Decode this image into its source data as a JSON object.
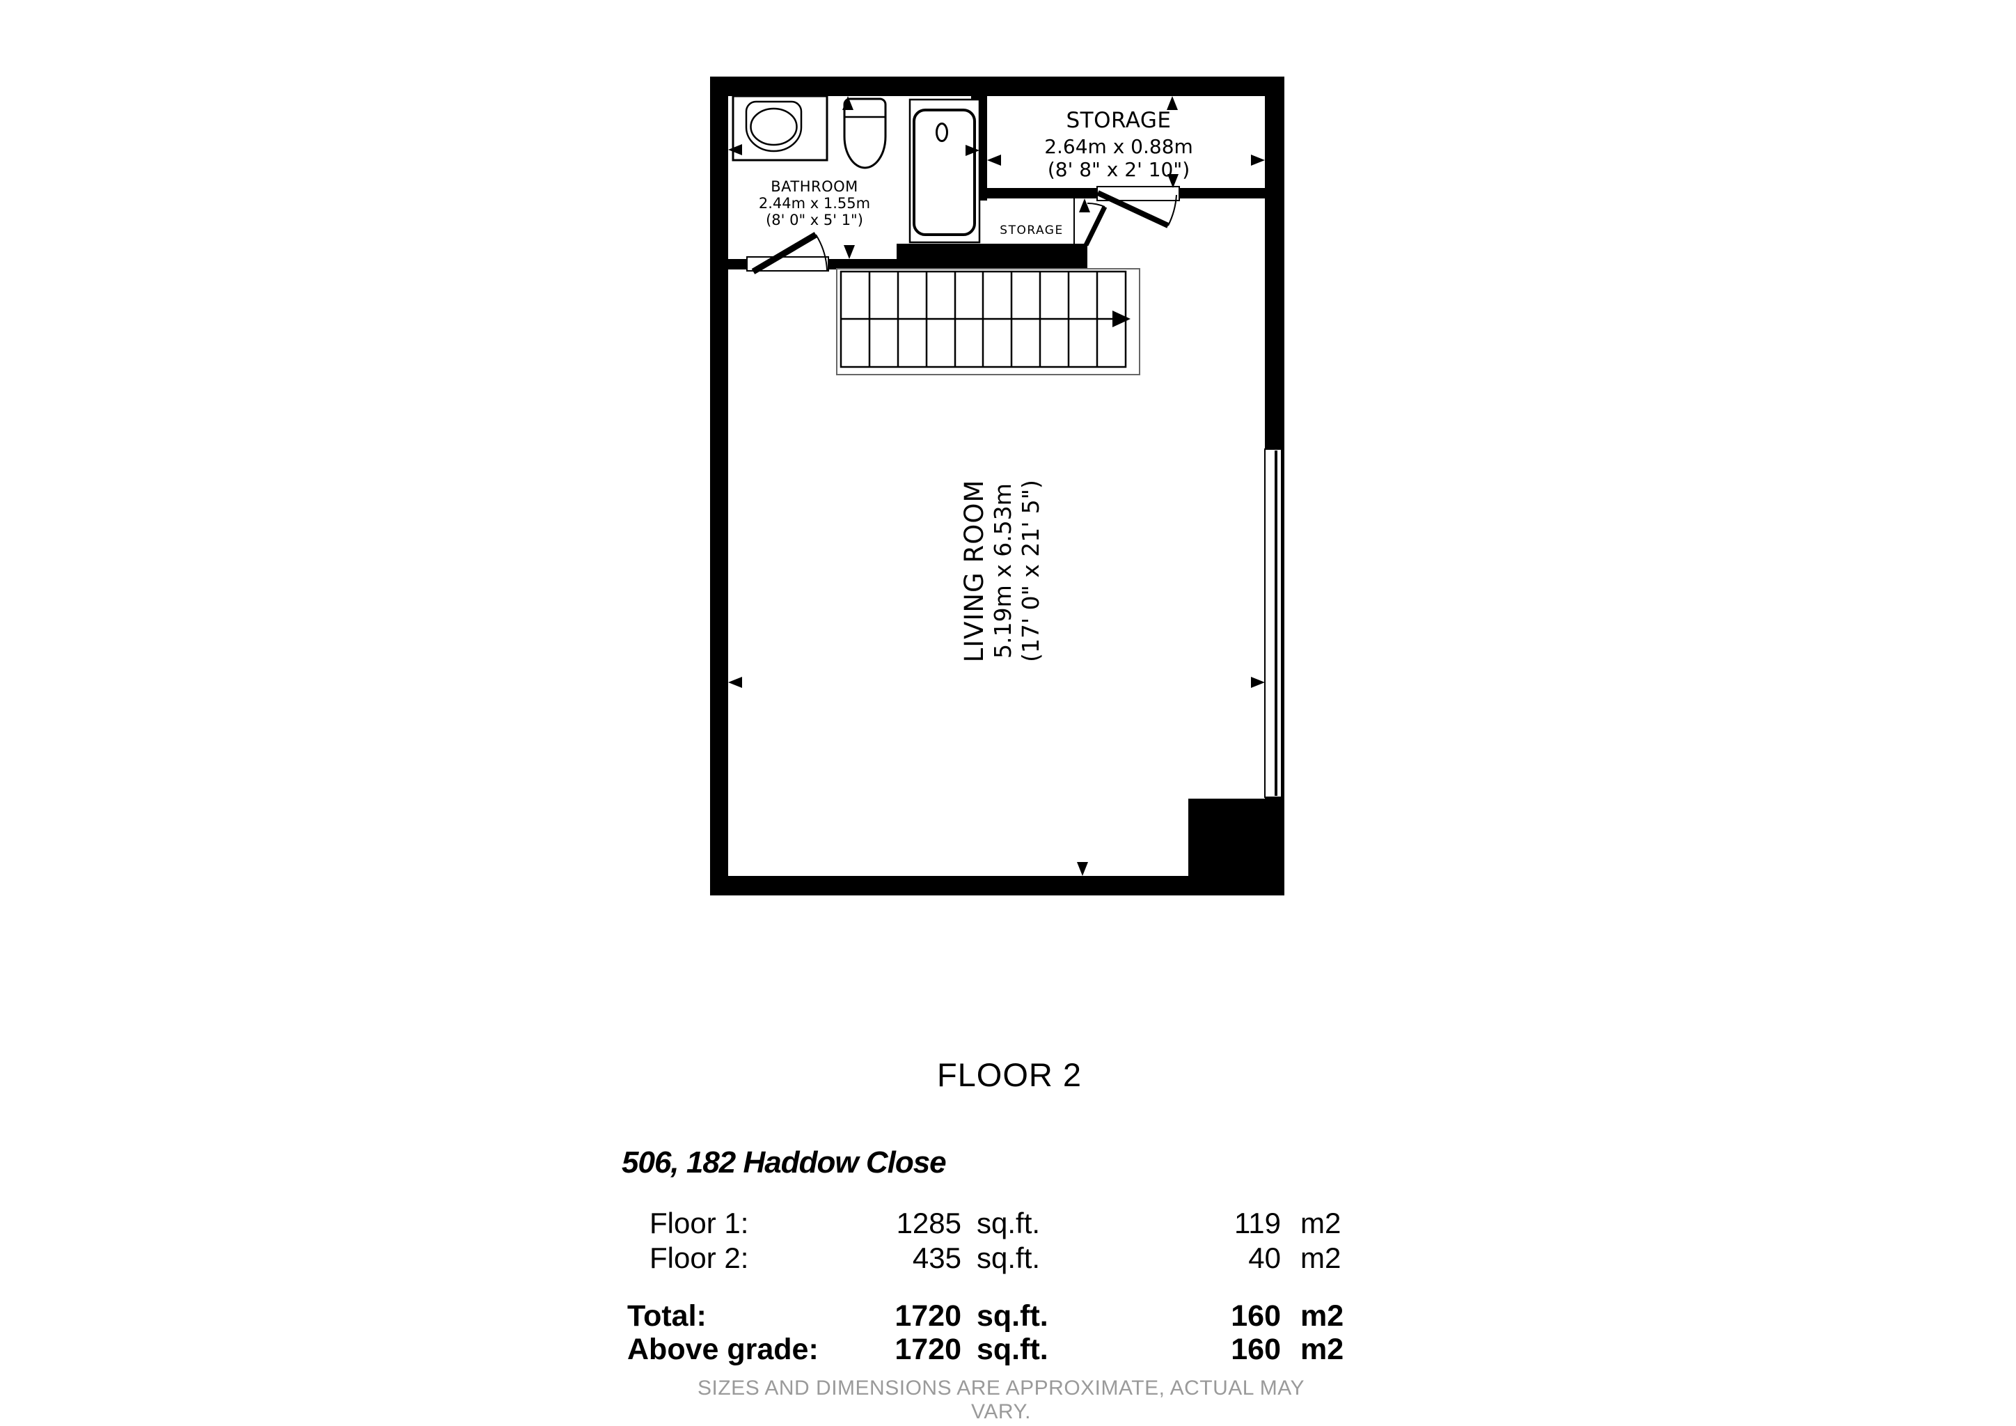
{
  "page": {
    "floor_title": "FLOOR 2",
    "address": "506, 182 Haddow Close",
    "disclaimer": "SIZES AND DIMENSIONS ARE APPROXIMATE, ACTUAL MAY VARY."
  },
  "rooms": {
    "bathroom": {
      "name": "BATHROOM",
      "metric": "2.44m x 1.55m",
      "imperial": "(8' 0\" x 5' 1\")"
    },
    "storage": {
      "name": "STORAGE",
      "metric": "2.64m x 0.88m",
      "imperial": "(8' 8\" x 2' 10\")"
    },
    "storage_closet": {
      "name": "STORAGE"
    },
    "living_room": {
      "name": "LIVING ROOM",
      "metric": "5.19m x 6.53m",
      "imperial": "(17' 0\" x 21' 5\")"
    }
  },
  "area_table": {
    "rows": [
      {
        "label": "Floor 1:",
        "sqft": "1285",
        "sqft_unit": "sq.ft.",
        "m2": "119",
        "m2_unit": "m2"
      },
      {
        "label": "Floor 2:",
        "sqft": "435",
        "sqft_unit": "sq.ft.",
        "m2": "40",
        "m2_unit": "m2"
      },
      {
        "label": "Total:",
        "sqft": "1720",
        "sqft_unit": "sq.ft.",
        "m2": "160",
        "m2_unit": "m2"
      },
      {
        "label": "Above grade:",
        "sqft": "1720",
        "sqft_unit": "sq.ft.",
        "m2": "160",
        "m2_unit": "m2"
      }
    ]
  },
  "colors": {
    "wall": "#000000",
    "stair_outline": "#666666",
    "disclaimer_gray": "#9a9a9a"
  }
}
